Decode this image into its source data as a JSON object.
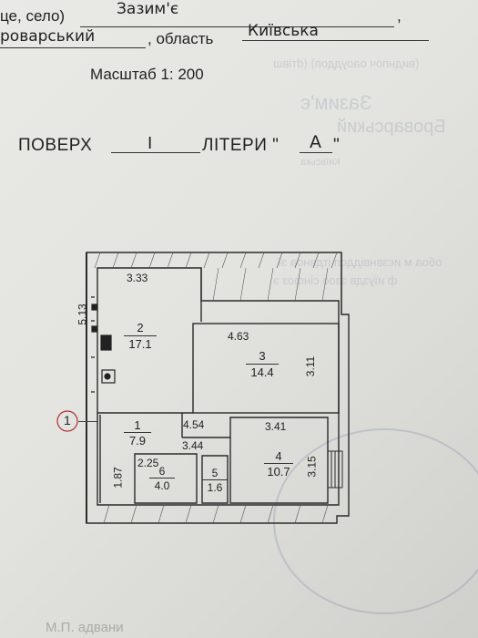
{
  "header": {
    "settlement_label": "це, село)",
    "settlement_value": "Зазим'є",
    "settlement_comma": ",",
    "district_value": "роварський",
    "region_label": ", область",
    "region_value": "Київська"
  },
  "scale": {
    "label": "Масштаб 1: 200"
  },
  "floor": {
    "label": "ПОВЕРХ",
    "value": "I",
    "liter_label": "ЛІТЕРИ \"",
    "liter_value": "А",
    "liter_close": "\""
  },
  "plan": {
    "axis_marker": "1",
    "dimensions": {
      "room2_width": "3.33",
      "room2_height": "5.13",
      "room3_width": "4.63",
      "room3_height": "3.11",
      "room1_width": "4.54",
      "room1_inner": "3.44",
      "room1_height": "1.87",
      "room4_width": "3.41",
      "room4_height": "3.15",
      "room6_width": "2.25"
    },
    "rooms": [
      {
        "number": "2",
        "area": "17.1"
      },
      {
        "number": "3",
        "area": "14.4"
      },
      {
        "number": "1",
        "area": "7.9"
      },
      {
        "number": "4",
        "area": "10.7"
      },
      {
        "number": "6",
        "area": "4.0"
      },
      {
        "number": "5",
        "area": "1.6"
      }
    ]
  },
  "footer": {
    "faded_text": "М.П. адвани"
  },
  "colors": {
    "paper": "#e6e6e2",
    "ink": "#222222",
    "ghost_ink": "#9aa6b4"
  }
}
